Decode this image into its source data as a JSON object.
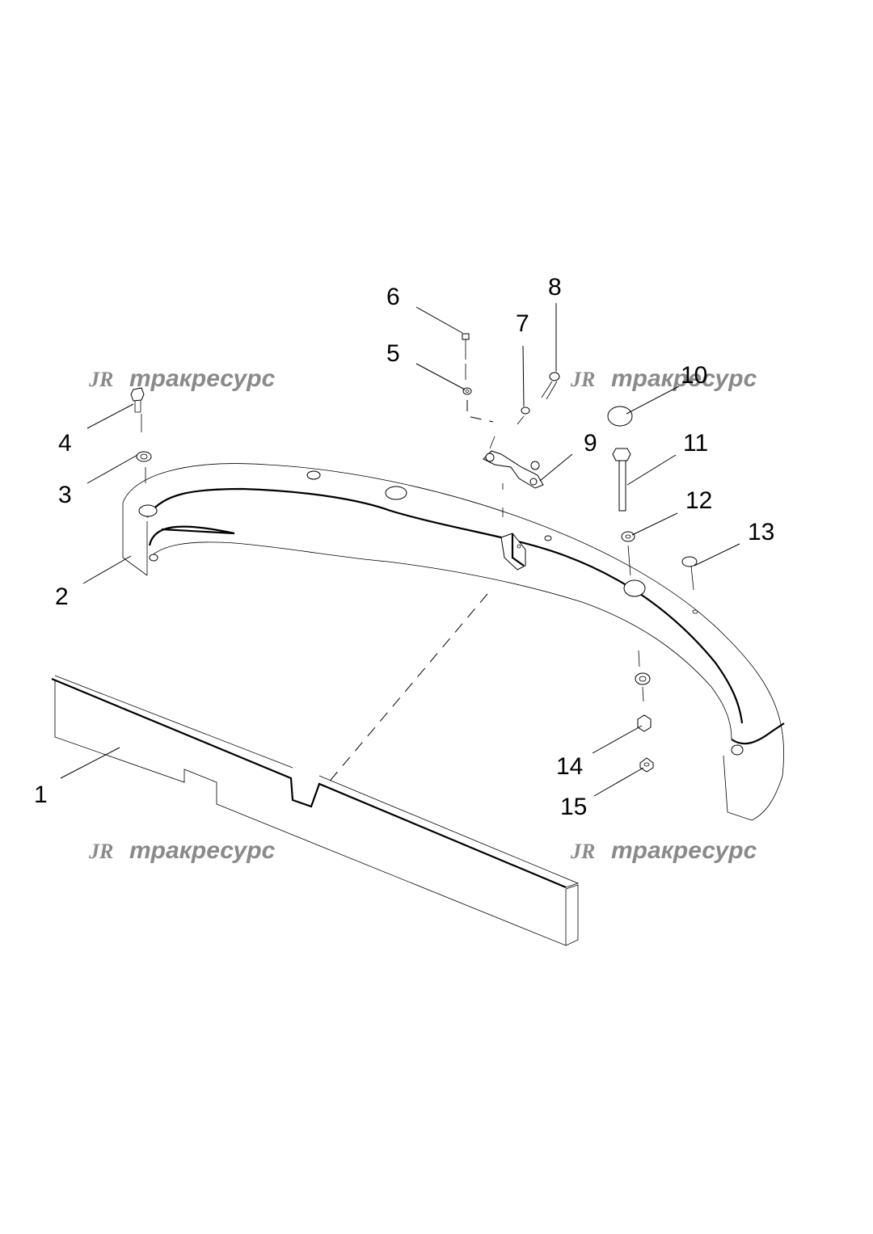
{
  "watermark": {
    "logo": "JR",
    "text": "тракресурс"
  },
  "callouts": [
    "1",
    "2",
    "3",
    "4",
    "5",
    "6",
    "7",
    "8",
    "9",
    "10",
    "11",
    "12",
    "13",
    "14",
    "15"
  ],
  "icons": [
    "bumper-bar-icon",
    "plate-icon",
    "bolt-icon",
    "washer-icon",
    "nut-icon",
    "bracket-icon",
    "cap-icon"
  ]
}
